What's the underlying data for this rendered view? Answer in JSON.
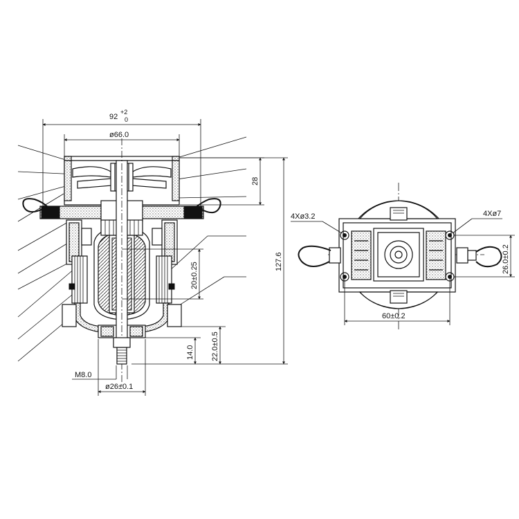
{
  "labels": {
    "overall_width": "92",
    "overall_width_tol_upper": "+2",
    "overall_width_tol_lower": "0",
    "fan_diameter": "ø66.0",
    "fan_height": "28",
    "total_height": "127.6",
    "core_offset": "20±0.25",
    "shaft_stub": "14.0",
    "shaft_length": "22.0±0.5",
    "thread": "M8.0",
    "boss_diameter": "ø26±0.1",
    "mount_holes_small": "4Xø3.2",
    "mount_holes_large": "4Xø7",
    "hole_spacing_v": "26.0±0.2",
    "hole_spacing_h": "60±0.2"
  }
}
